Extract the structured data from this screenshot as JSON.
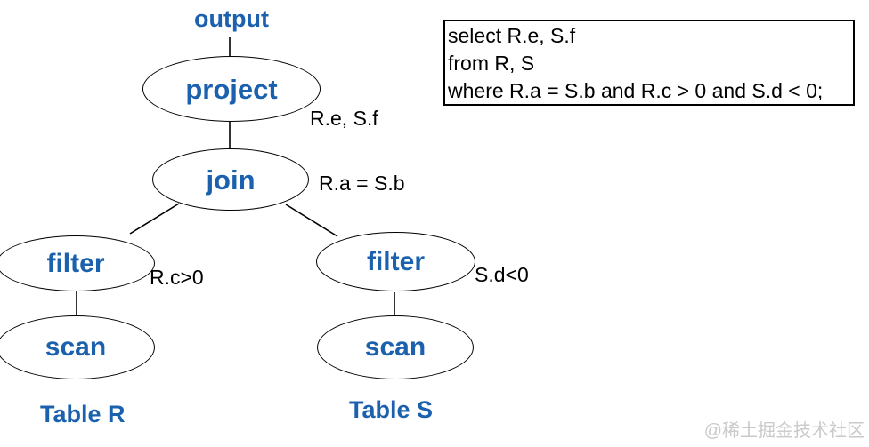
{
  "diagram": {
    "output_label": "output",
    "nodes": {
      "project": "project",
      "join": "join",
      "filter_left": "filter",
      "filter_right": "filter",
      "scan_left": "scan",
      "scan_right": "scan"
    },
    "annotations": {
      "project_columns": "R.e, S.f",
      "join_condition": "R.a = S.b",
      "filter_left_condition": "R.c>0",
      "filter_right_condition": "S.d<0"
    },
    "table_labels": {
      "left": "Table R",
      "right": "Table S"
    }
  },
  "sql_box": {
    "lines": [
      "select R.e, S.f",
      "from R, S",
      "where R.a = S.b and R.c > 0 and S.d < 0;"
    ]
  },
  "watermark": "@稀土掘金技术社区",
  "colors": {
    "node_text": "#1b61ae",
    "outline": "#000000",
    "sql_text": "#000000",
    "watermark": "#c9c9c9",
    "background": "#ffffff"
  }
}
